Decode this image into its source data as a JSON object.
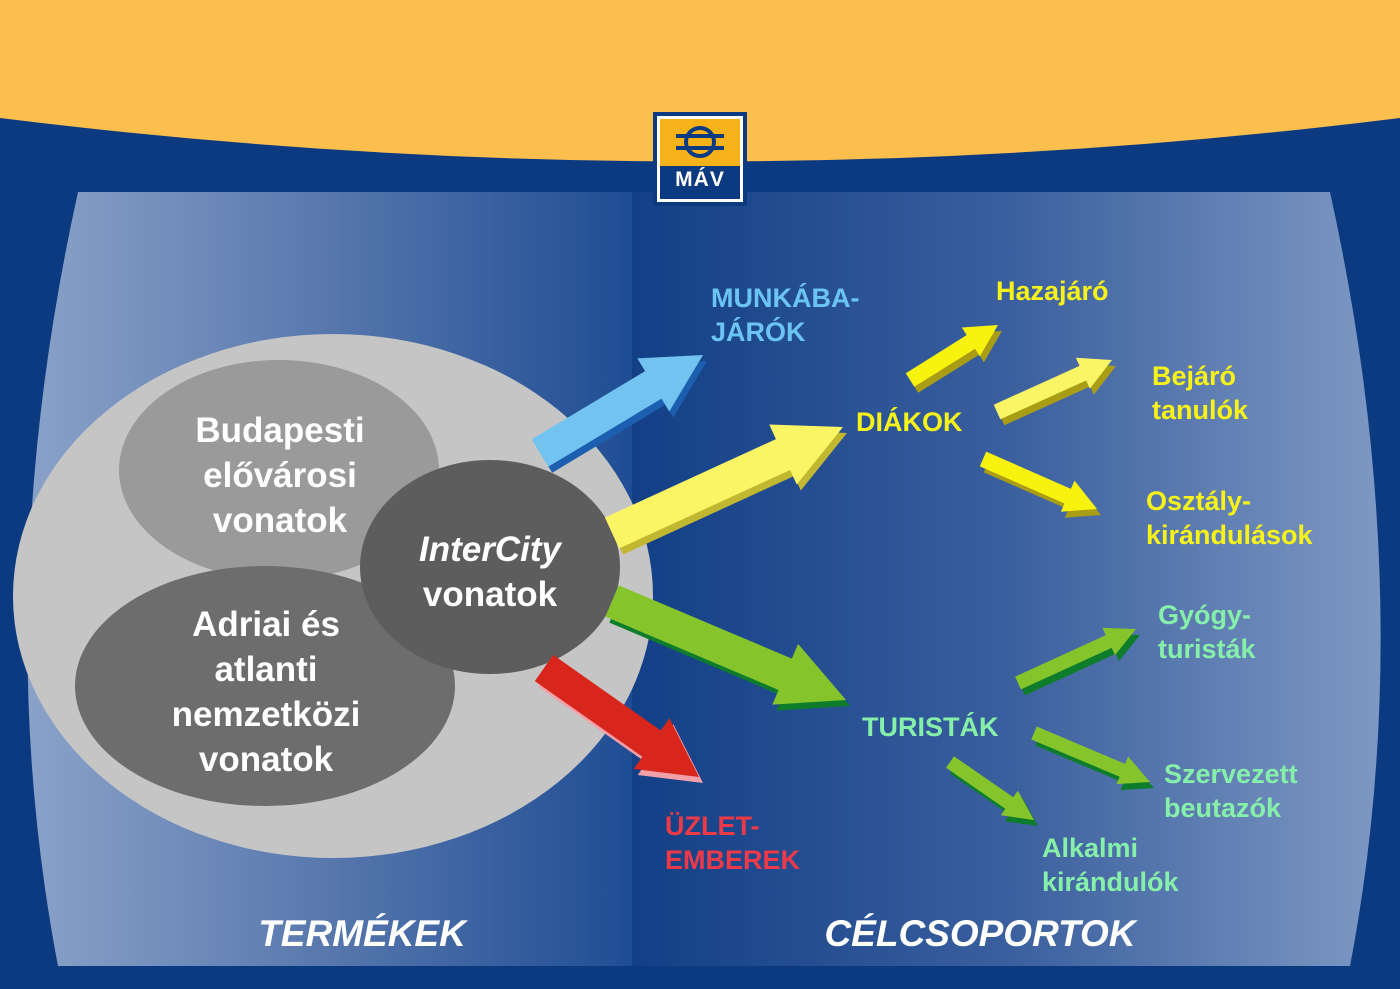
{
  "logo": {
    "text": "MÁV"
  },
  "products": {
    "budapesti": [
      "Budapesti",
      "elővárosi",
      "vonatok"
    ],
    "adriai": [
      "Adriai és",
      "atlanti",
      "nemzetközi",
      "vonatok"
    ],
    "intercity": {
      "line1": "InterCity",
      "line2": "vonatok"
    }
  },
  "targets": {
    "munkabajarok": [
      "MUNKÁBA-",
      "JÁRÓK"
    ],
    "diakok": "DIÁKOK",
    "hazajaro": "Hazajáró",
    "bejaro": [
      "Bejáró",
      "tanulók"
    ],
    "osztaly": [
      "Osztály-",
      "kirándulások"
    ],
    "turistak": "TURISTÁK",
    "gyogy": [
      "Gyógy-",
      "turisták"
    ],
    "szervezett": [
      "Szervezett",
      "beutazók"
    ],
    "alkalmi": [
      "Alkalmi",
      "kirándulók"
    ],
    "uzlet": [
      "ÜZLET-",
      "EMBEREK"
    ]
  },
  "footer": {
    "left": "TERMÉKEK",
    "right": "CÉLCSOPORTOK"
  },
  "colors": {
    "top_band": "#fcbf4e",
    "navy": "#0c3a80",
    "blue_arrow": "#72c3ef",
    "yellow_arrow": "#faf565",
    "bright_yellow_arrow": "#f7f20e",
    "green_arrow": "#86c42b",
    "red_arrow": "#d8261c"
  }
}
